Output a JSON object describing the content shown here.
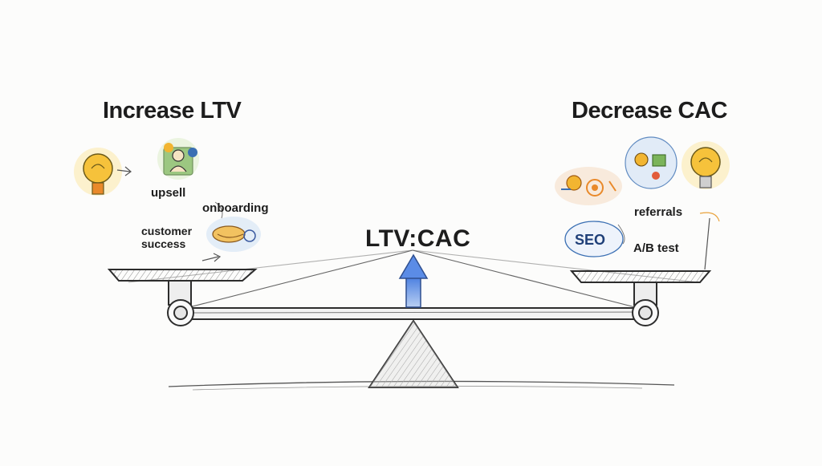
{
  "left": {
    "heading": "Increase LTV",
    "tags": {
      "upsell": "upsell",
      "onboarding": "onboarding",
      "customer_success": "customer\nsuccess"
    },
    "icons": [
      "lightbulb-icon",
      "person-icon",
      "handshake-icon"
    ]
  },
  "right": {
    "heading": "Decrease CAC",
    "tags": {
      "referrals": "referrals",
      "seo": "SEO",
      "ab_test": "A/B test"
    },
    "icons": [
      "lightbulb-icon",
      "target-icon",
      "network-icon"
    ]
  },
  "center": {
    "label": "LTV:CAC",
    "arrow_icon": "up-arrow-icon"
  },
  "colors": {
    "ink": "#2b2b2b",
    "accent_blue": "#3b6fd0",
    "bulb_yellow": "#f2b531",
    "bulb_orange": "#e9892a",
    "green": "#4f9a3a"
  }
}
